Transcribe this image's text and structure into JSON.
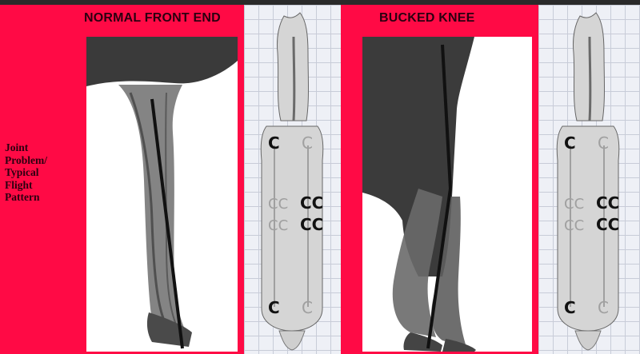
{
  "side_label": "Joint\nProblem/\nTypical\nFlight\nPattern",
  "panels": [
    {
      "title": "NORMAL FRONT END"
    },
    {
      "title": "BUCKED KNEE"
    }
  ],
  "colors": {
    "background": "#ff0a45",
    "topbar": "#2a2a2a",
    "grid": "#c8ccd8",
    "hoof_dark": "#111111",
    "hoof_light": "#a0a0a0"
  }
}
